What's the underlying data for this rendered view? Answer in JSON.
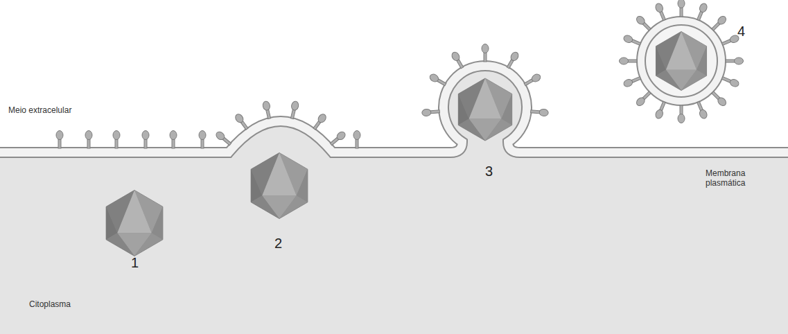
{
  "diagram": {
    "labels": [
      "Meio extracelular",
      "Membrana plasmática",
      "Citoplasma",
      "1",
      "2",
      "3",
      "4"
    ]
  }
}
